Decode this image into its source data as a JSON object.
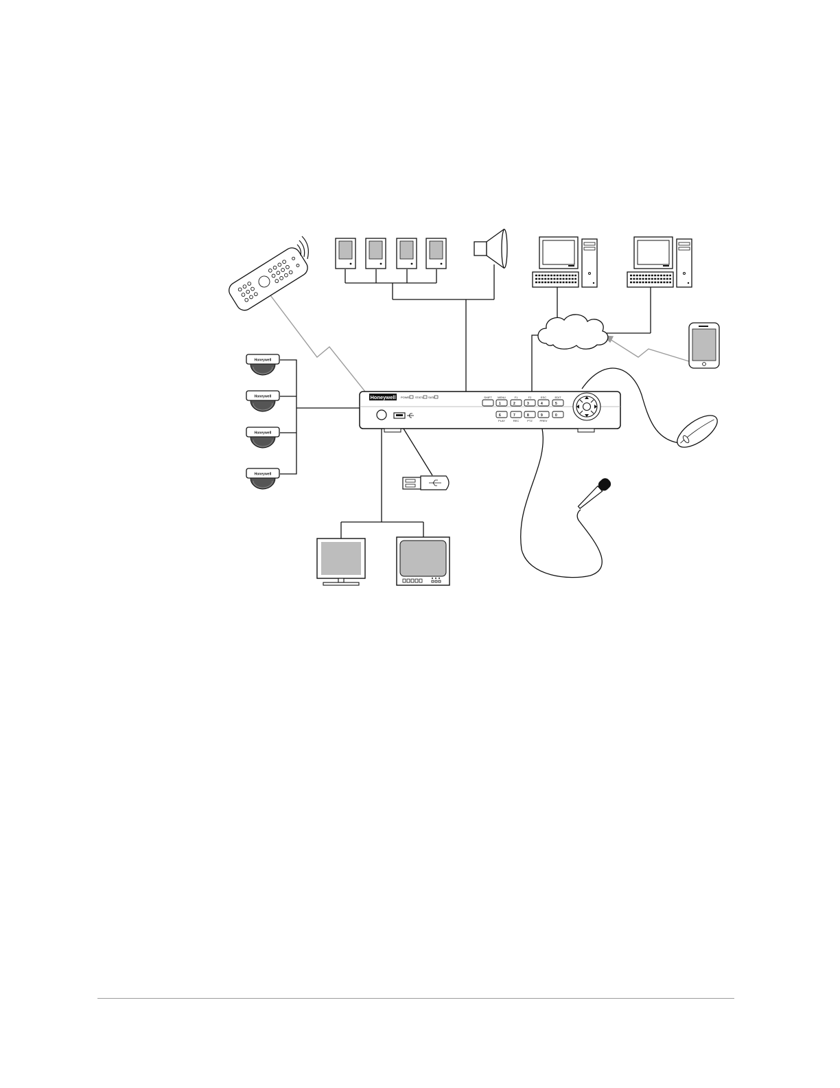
{
  "dvr": {
    "brand": "Honeywell",
    "indicators": [
      "POWER",
      "STATUS",
      "SATA"
    ],
    "top_keys": [
      {
        "label": "SHIFT",
        "key": ""
      },
      {
        "label": "MENU",
        "key": "1"
      },
      {
        "label": "F1",
        "key": "2"
      },
      {
        "label": "F2",
        "key": "3"
      },
      {
        "label": "ESC",
        "key": "4"
      },
      {
        "label": "EDIT",
        "key": "5"
      }
    ],
    "bottom_keys": [
      {
        "label": "PLAY",
        "key": "6"
      },
      {
        "label": "REC",
        "key": "7"
      },
      {
        "label": "PTZ",
        "key": "8"
      },
      {
        "label": "PREV",
        "key": "9"
      },
      {
        "label": "",
        "key": "0"
      }
    ]
  },
  "camera_brand": "Honeywell",
  "colors": {
    "line": "#111111",
    "wireless": "#9b9b9b",
    "screen": "#bdbdbd",
    "footer_rule": "#9a9a9a"
  }
}
